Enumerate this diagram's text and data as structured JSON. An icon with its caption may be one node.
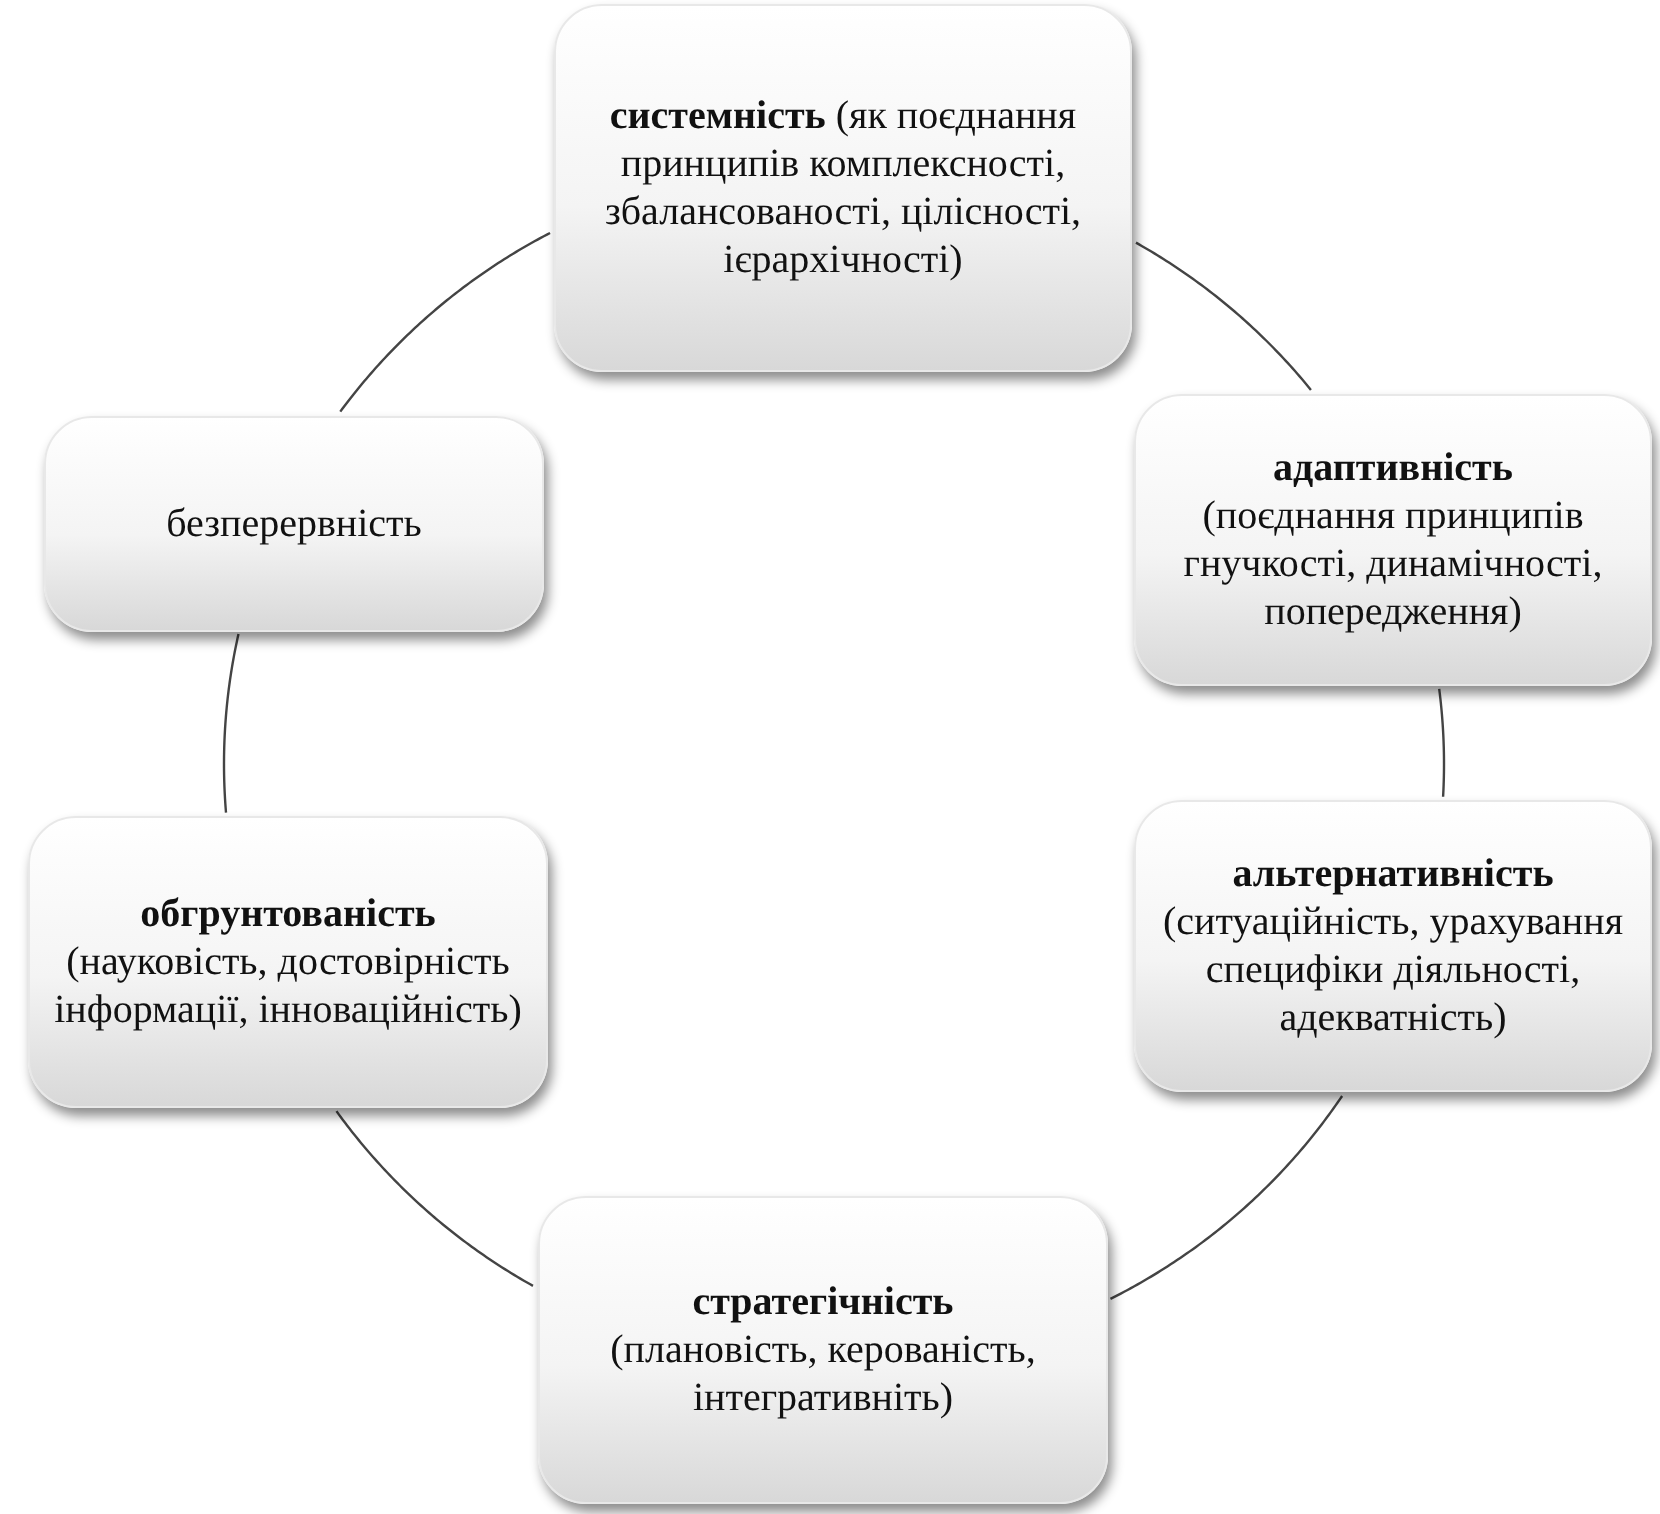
{
  "diagram": {
    "nodes": [
      {
        "text": [
          "**системність** (як поєднання принципів комплексності, збалансованості, цілісності, ієрархічності)"
        ]
      },
      {
        "text": [
          "адаптивність",
          "(поєднання принципів гнучкості, динамічності, попередження)"
        ]
      },
      {
        "text": [
          "альтернативність",
          "(ситуаційність, урахування специфіки діяльності, адекватність)"
        ]
      },
      {
        "text": [
          "стратегічність",
          "(плановість, керованість, інтегративніть)"
        ]
      },
      {
        "text": [
          "обгрунтованість",
          "(науковість, достовірність інформації, інноваційність)"
        ]
      },
      {
        "text": [
          "безперервність"
        ]
      }
    ],
    "edges": [
      {
        "from": 0,
        "to": 1,
        "arrow": "none"
      },
      {
        "from": 1,
        "to": 2,
        "arrow": "none"
      },
      {
        "from": 2,
        "to": 3,
        "arrow": "none"
      },
      {
        "from": 3,
        "to": 4,
        "arrow": "none"
      },
      {
        "from": 4,
        "to": 5,
        "arrow": "none"
      },
      {
        "from": 5,
        "to": 0,
        "arrow": "none"
      }
    ]
  }
}
